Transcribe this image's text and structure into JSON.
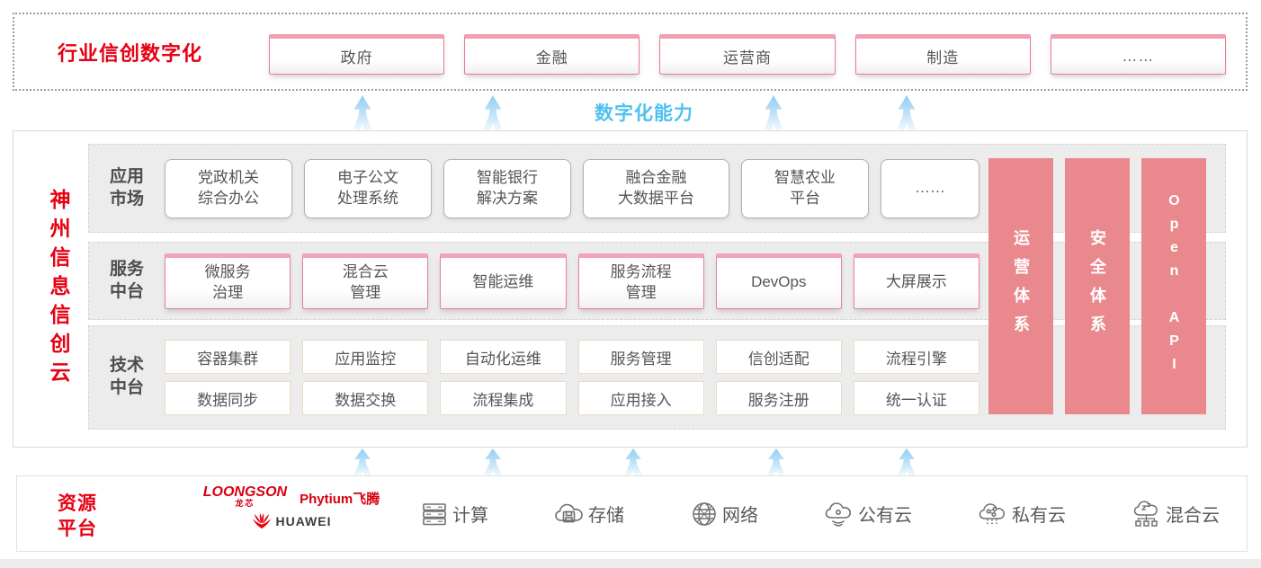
{
  "colors": {
    "brand_red": "#e60012",
    "pink_border": "#ec8099",
    "salmon_pillar": "#e9898d",
    "sky_blue_label": "#4fc1f0",
    "arrow_blue": "#93cdf2",
    "row_gray": "#ececec"
  },
  "top_band": {
    "title": "行业信创数字化",
    "sectors": [
      "政府",
      "金融",
      "运营商",
      "制造",
      "……"
    ]
  },
  "capability_label": "数字化能力",
  "platform": {
    "title": "神州信息信创云",
    "app_row": {
      "label": "应用\n市场",
      "items": [
        "党政机关\n综合办公",
        "电子公文\n处理系统",
        "智能银行\n解决方案",
        "融合金融\n大数据平台",
        "智慧农业\n平台",
        "……"
      ]
    },
    "service_row": {
      "label": "服务\n中台",
      "items": [
        "微服务\n治理",
        "混合云\n管理",
        "智能运维",
        "服务流程\n管理",
        "DevOps",
        "大屏展示"
      ]
    },
    "tech_row": {
      "label": "技术\n中台",
      "row1": [
        "容器集群",
        "应用监控",
        "自动化运维",
        "服务管理",
        "信创适配",
        "流程引擎"
      ],
      "row2": [
        "数据同步",
        "数据交换",
        "流程集成",
        "应用接入",
        "服务注册",
        "统一认证"
      ]
    },
    "pillars": [
      "运营体系",
      "安全体系",
      "Open API"
    ]
  },
  "resources": {
    "title": "资源\n平台",
    "vendors": {
      "loongson": "LOONGSON",
      "loongson_sub": "龙芯",
      "phytium": "Phytium飞腾",
      "huawei": "HUAWEI"
    },
    "items": [
      {
        "icon": "server-icon",
        "label": "计算"
      },
      {
        "icon": "cloud-storage-icon",
        "label": "存储"
      },
      {
        "icon": "network-globe-icon",
        "label": "网络"
      },
      {
        "icon": "public-cloud-icon",
        "label": "公有云"
      },
      {
        "icon": "private-cloud-icon",
        "label": "私有云"
      },
      {
        "icon": "hybrid-cloud-icon",
        "label": "混合云"
      }
    ]
  }
}
